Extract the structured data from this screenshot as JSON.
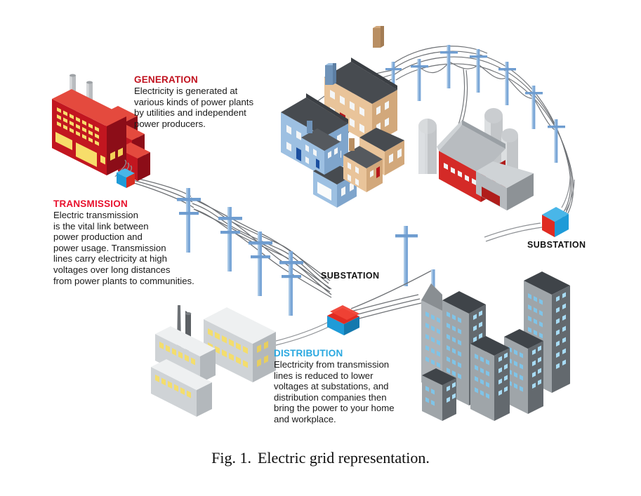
{
  "figure": {
    "caption_prefix": "Fig. 1.",
    "caption_text": "Electric grid representation.",
    "background": "#ffffff"
  },
  "annotations": [
    {
      "id": "generation",
      "heading": "GENERATION",
      "heading_color": "#c1121f",
      "body": "Electricity is generated at various kinds of power plants by utilities and independent power producers.",
      "lines": [
        "Electricity is generated at",
        "various kinds of power plants",
        "by utilities and independent",
        "power producers."
      ]
    },
    {
      "id": "transmission",
      "heading": "TRANSMISSION",
      "heading_color": "#e8112d",
      "body": "Electric transmission is the vital link between power production and power usage. Transmission lines carry electricity at high voltages over long distances from power plants to communities.",
      "lines": [
        "Electric transmission",
        "is the vital link between",
        "power production and",
        "power usage. Transmission",
        "lines carry electricity at high",
        "voltages over long distances",
        "from power plants to communities."
      ]
    },
    {
      "id": "distribution",
      "heading": "DISTRIBUTION",
      "heading_color": "#29a8e0",
      "body": "Electricity from transmission lines is reduced to lower voltages at substations, and distribution companies then bring the power to your home and workplace.",
      "lines": [
        "Electricity from transmission",
        "lines is reduced to lower",
        "voltages at substations, and",
        "distribution companies then",
        "bring the power to your home",
        "and workplace."
      ]
    }
  ],
  "labels": {
    "substation_center": "SUBSTATION",
    "substation_right": "SUBSTATION"
  },
  "palette": {
    "power_plant_red_dark": "#8c0d18",
    "power_plant_red": "#c21620",
    "power_plant_red_light": "#e03030",
    "window_yellow": "#f7dd6a",
    "stack_gray": "#b9bcbf",
    "pole_blue": "#7ba7d7",
    "wire_gray": "#6f7276",
    "house_blue": "#9dc0e2",
    "house_tan": "#e9c49a",
    "roof_dark": "#44484d",
    "barn_red": "#d42a27",
    "silo_gray": "#c3c6c9",
    "building_gray": "#a7acb0",
    "building_dark": "#4b5055",
    "building_window_blue": "#7fc4e8",
    "factory_gray": "#dfe2e4",
    "substation_blue": "#1f9bd8",
    "substation_red": "#e02b22"
  },
  "scene_elements": [
    {
      "name": "power-plant",
      "type": "generation-facility"
    },
    {
      "name": "transmission-substation-small",
      "type": "substation"
    },
    {
      "name": "transmission-towers",
      "type": "pole-line",
      "count": 6
    },
    {
      "name": "substation-center",
      "type": "substation"
    },
    {
      "name": "substation-right",
      "type": "substation"
    },
    {
      "name": "residential-houses",
      "type": "load",
      "count": 4
    },
    {
      "name": "farm-barn-silos",
      "type": "load"
    },
    {
      "name": "city-skyline",
      "type": "load",
      "count": 7
    },
    {
      "name": "industrial-plants",
      "type": "load",
      "count": 3
    },
    {
      "name": "distribution-poles",
      "type": "pole-line",
      "count": 9
    }
  ]
}
